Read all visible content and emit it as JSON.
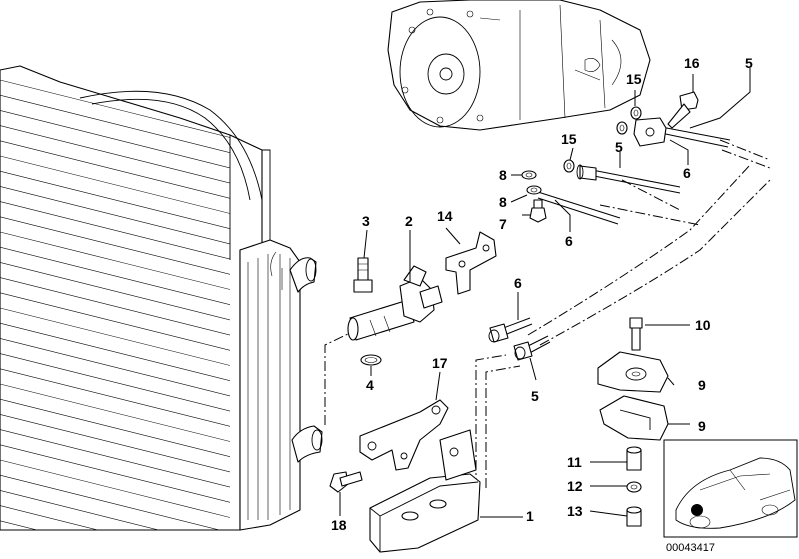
{
  "diagram_id": "00043417",
  "callouts": {
    "c1": "1",
    "c2": "2",
    "c3": "3",
    "c4": "4",
    "c5a": "5",
    "c5b": "5",
    "c5c": "5",
    "c6a": "6",
    "c6b": "6",
    "c6c": "6",
    "c7": "7",
    "c8a": "8",
    "c8b": "8",
    "c9a": "9",
    "c9b": "9",
    "c10": "10",
    "c11": "11",
    "c12": "12",
    "c13": "13",
    "c14": "14",
    "c15a": "15",
    "c15b": "15",
    "c16": "16",
    "c17": "17",
    "c18": "18"
  }
}
